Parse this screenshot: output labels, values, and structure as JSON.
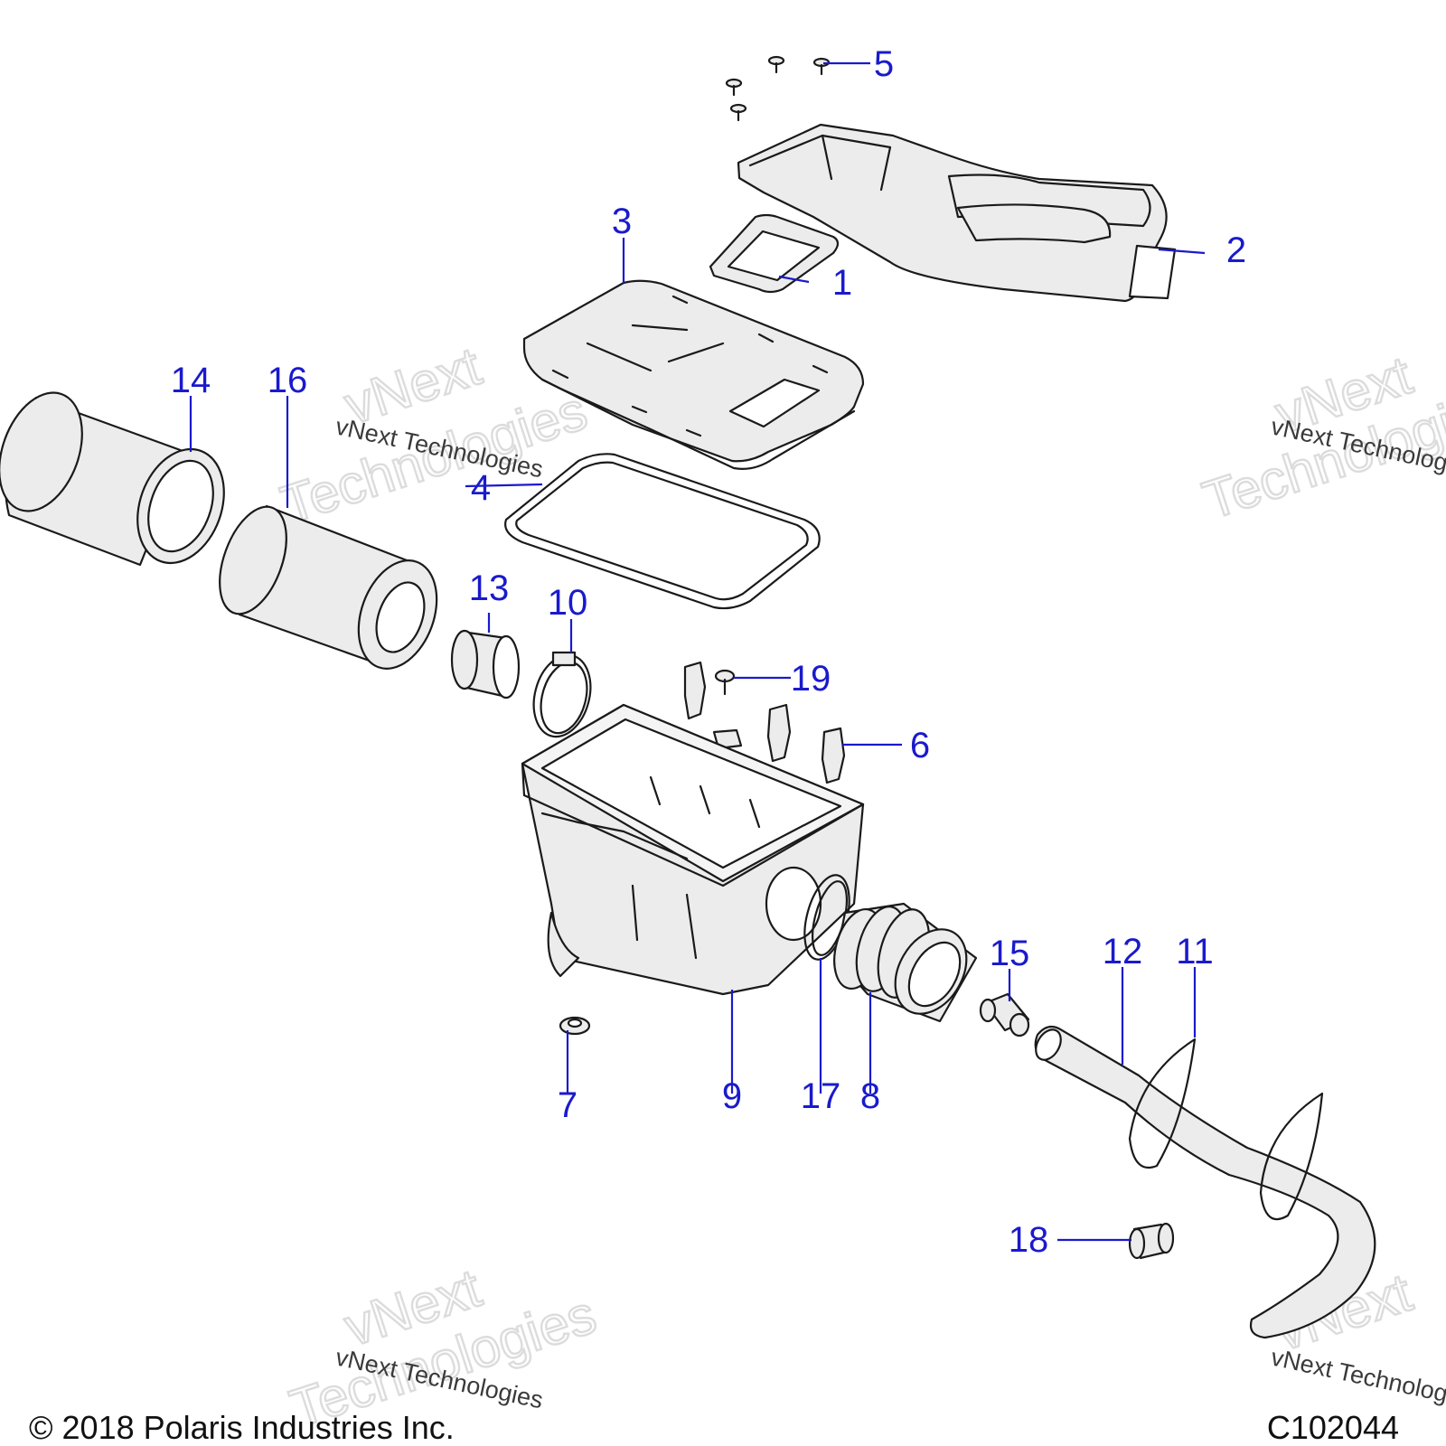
{
  "callouts": [
    {
      "num": "1"
    },
    {
      "num": "2"
    },
    {
      "num": "3"
    },
    {
      "num": "4"
    },
    {
      "num": "5"
    },
    {
      "num": "6"
    },
    {
      "num": "7"
    },
    {
      "num": "8"
    },
    {
      "num": "9"
    },
    {
      "num": "10"
    },
    {
      "num": "11"
    },
    {
      "num": "12"
    },
    {
      "num": "13"
    },
    {
      "num": "14"
    },
    {
      "num": "15"
    },
    {
      "num": "16"
    },
    {
      "num": "17"
    },
    {
      "num": "18"
    },
    {
      "num": "19"
    }
  ],
  "watermark": {
    "line": "vNext Technologies",
    "brand": "vNext",
    "sub": "Technologies"
  },
  "footer": {
    "copyright": "© 2018 Polaris Industries Inc.",
    "drawing_id": "C102044"
  },
  "colors": {
    "callout": "#1a1acc",
    "line": "#1a1a1a",
    "part_fill": "#ececec"
  }
}
